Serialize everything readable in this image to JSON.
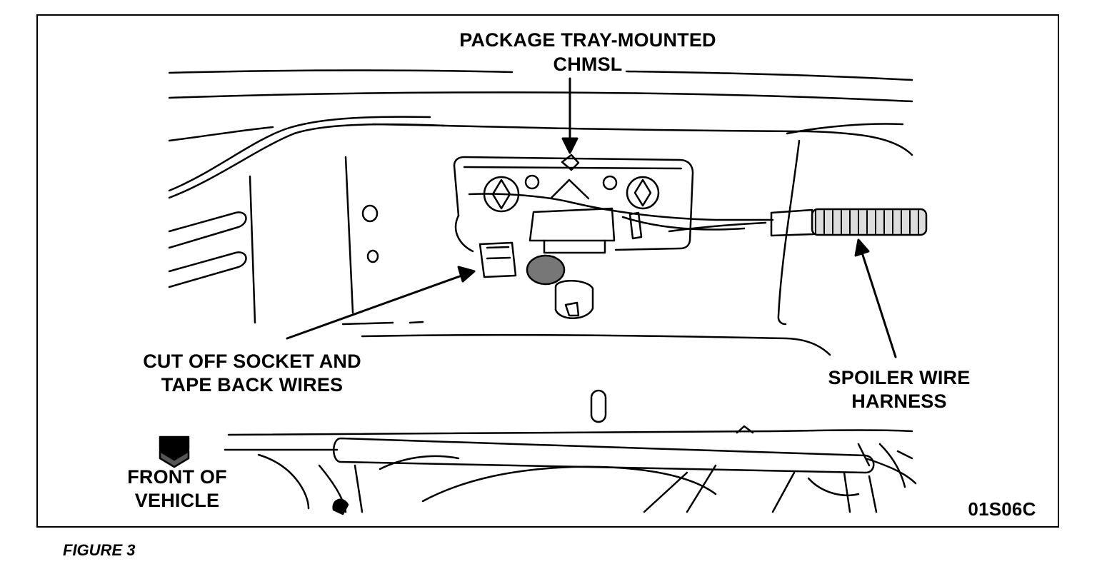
{
  "figure": {
    "labels": {
      "package_line1": "PACKAGE TRAY-MOUNTED",
      "package_line2": "CHMSL",
      "cutoff_line1": "CUT OFF SOCKET AND",
      "cutoff_line2": "TAPE BACK WIRES",
      "spoiler_line1": "SPOILER WIRE",
      "spoiler_line2": "HARNESS",
      "front_line1": "FRONT OF",
      "front_line2": "VEHICLE",
      "code": "01S06C"
    },
    "caption": "FIGURE 3"
  }
}
